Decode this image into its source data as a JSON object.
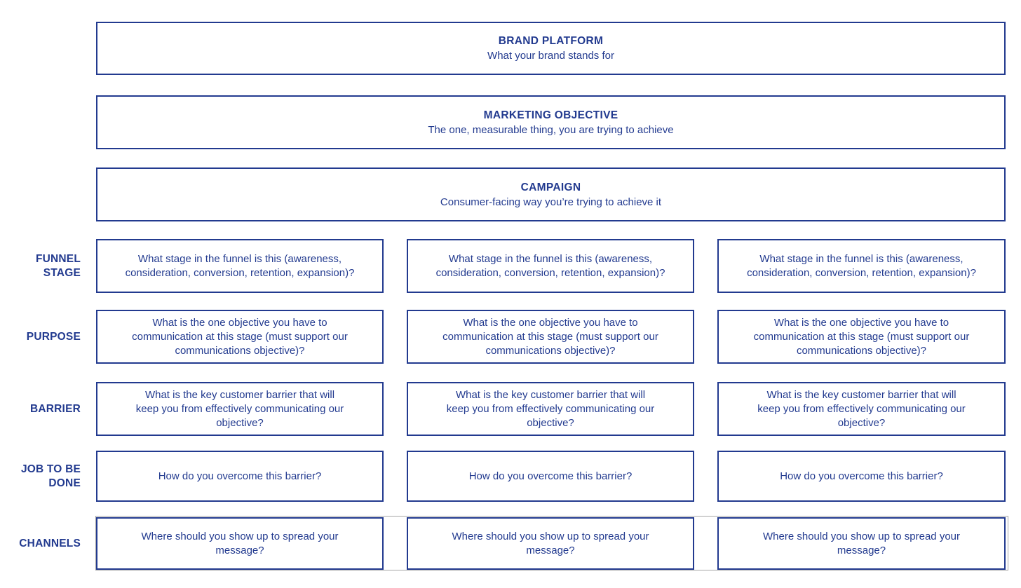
{
  "page": {
    "accent_navy": "#223a8f",
    "gray_outline": "#a6a6a6",
    "background": "#ffffff"
  },
  "header_boxes": [
    {
      "title": "BRAND PLATFORM",
      "subtitle": "What your brand stands for"
    },
    {
      "title": "MARKETING OBJECTIVE",
      "subtitle": "The one, measurable thing, you are trying to achieve"
    },
    {
      "title": "CAMPAIGN",
      "subtitle": "Consumer-facing way you’re trying to achieve it"
    }
  ],
  "rows": [
    {
      "label": "FUNNEL\nSTAGE",
      "cells": [
        "What stage in the funnel is this (awareness,\nconsideration, conversion, retention, expansion)?",
        "What stage in the funnel is this (awareness,\nconsideration, conversion, retention, expansion)?",
        "What stage in the funnel is this (awareness,\nconsideration, conversion, retention, expansion)?"
      ]
    },
    {
      "label": "PURPOSE",
      "cells": [
        "What is the one objective you have to\ncommunication at this stage (must support our\ncommunications objective)?",
        "What is the one objective you have to\ncommunication at this stage (must support our\ncommunications objective)?",
        "What is the one objective you have to\ncommunication at this stage (must support our\ncommunications objective)?"
      ]
    },
    {
      "label": "BARRIER",
      "cells": [
        "What is the key customer barrier that will\nkeep you from effectively communicating our\nobjective?",
        "What is the key customer barrier that will\nkeep you from effectively communicating our\nobjective?",
        "What is the key customer barrier that will\nkeep you from effectively communicating our\nobjective?"
      ]
    },
    {
      "label": "JOB TO BE\nDONE",
      "cells": [
        "How do you overcome this barrier?",
        "How do you overcome this barrier?",
        "How do you overcome this barrier?"
      ]
    },
    {
      "label": "CHANNELS",
      "cells": [
        "Where should you show up to spread your\nmessage?",
        "Where should you show up to spread your\nmessage?",
        "Where should you show up to spread your\nmessage?"
      ]
    }
  ]
}
